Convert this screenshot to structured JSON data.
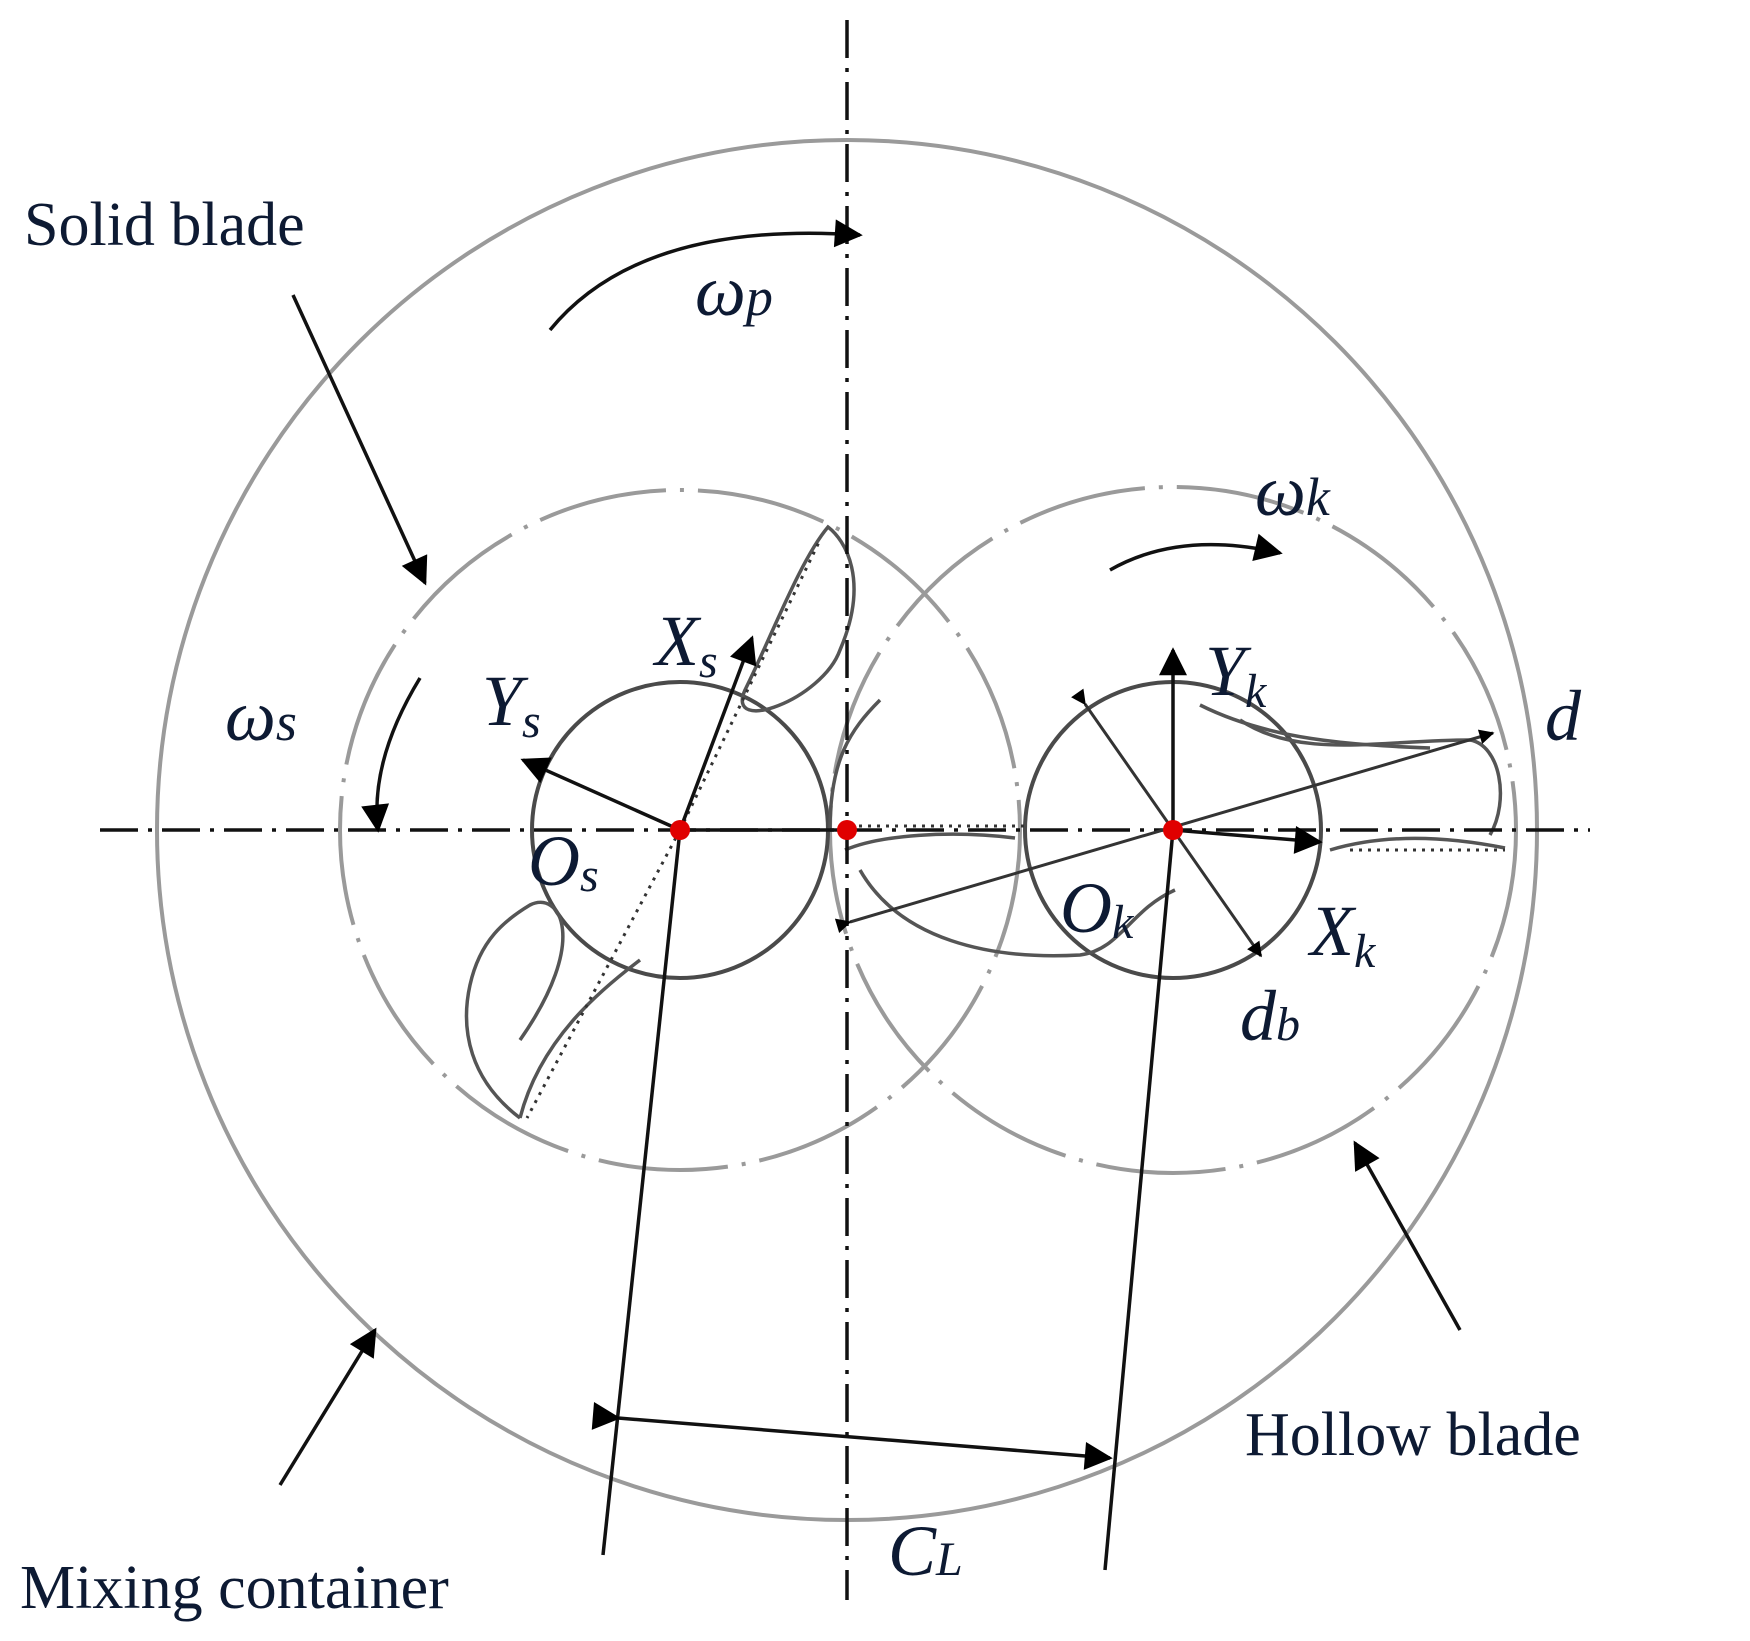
{
  "labels": {
    "solid_blade": "Solid blade",
    "hollow_blade": "Hollow blade",
    "mixing_container": "Mixing container",
    "omega": "ω",
    "omega_p_sub": "p",
    "omega_k_sub": "k",
    "omega_s_sub": "s",
    "X": "X",
    "Y": "Y",
    "O": "O",
    "s_sub": "s",
    "k_sub": "k",
    "d": "d",
    "d_b_sub": "b",
    "C": "C",
    "C_L_sub": "L"
  },
  "colors": {
    "center_points": "#e00000",
    "text": "#0d1a33",
    "circles": "#9a9a9a"
  }
}
